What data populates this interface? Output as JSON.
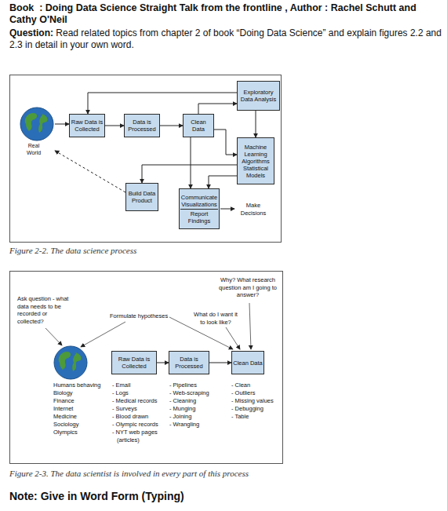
{
  "diagram": {
    "title": "Book  : Doing Data Science Straight Talk from the frontline , Author : Rachel Schutt and Cathy O'Neil",
    "nodes": [
      {
        "text": [
          "Real World"
        ]
      },
      {
        "text": [
          "Raw Data is Collected"
        ]
      },
      {
        "text": [
          "Data is Processed"
        ]
      },
      {
        "text": [
          "Clean Data"
        ]
      },
      {
        "text": [
          "Exploratory Data Analysis"
        ]
      },
      {
        "text": [
          "Machine Learning Algorithms Statistical Models"
        ]
      },
      {
        "text": [
          "Build Data Product"
        ]
      },
      {
        "text": [
          "Communicate Visualizations",
          "Report Findings"
        ]
      },
      {
        "text": [
          "Raw Data is Collected"
        ]
      },
      {
        "text": [
          "Data is Processed"
        ]
      },
      {
        "text": [
          "Clean Data"
        ]
      }
    ],
    "edges": [
      {
        "from": 0,
        "to": 1,
        "arrow": "to"
      },
      {
        "from": 1,
        "to": 2,
        "arrow": "to"
      },
      {
        "from": 2,
        "to": 3,
        "arrow": "to"
      },
      {
        "from": 4,
        "to": 1,
        "arrow": "to"
      },
      {
        "from": 3,
        "to": 4,
        "arrow": "to"
      },
      {
        "from": 3,
        "to": 5,
        "arrow": "to"
      },
      {
        "from": 4,
        "to": 5,
        "arrow": "to"
      },
      {
        "from": 5,
        "to": 6,
        "arrow": "to"
      },
      {
        "from": 5,
        "to": 7,
        "arrow": "to"
      },
      {
        "from": 3,
        "to": 7,
        "arrow": "to"
      },
      {
        "from": 6,
        "to": 0,
        "arrow": "to"
      },
      {
        "from": 8,
        "to": 9,
        "arrow": "to"
      },
      {
        "from": 9,
        "to": 10,
        "arrow": "to"
      }
    ],
    "labels": [
      "Question:",
      "Read related topics from chapter 2 of book “Doing Data Science” and explain figures 2.2 and 2.3 in detail in your own word.",
      "Make Decisions",
      "Figure 2-2. The data science process",
      "Ask question - what data needs to be recorded or collected?",
      "Formulate hypotheses",
      "Why? What research question am I going to answer?",
      "What do I want it to look like?",
      "Humans behaving",
      "Biology",
      "Finance",
      "Internet",
      "Medicine",
      "Sociology",
      "Olympics",
      "- Email",
      "- Logs",
      "- Medical records",
      "- Surveys",
      "- Blood drawn",
      "- Olympic records",
      "- NYT web pages (articles)",
      "- Pipelines",
      "- Web-scraping",
      "- Cleaning",
      "- Munging",
      "- Joining",
      "- Wrangling",
      "- Clean",
      "- Outliers",
      "- Missing values",
      "- Debugging",
      "- Table",
      "Figure 2-3. The data scientist is involved in every part of this process",
      "Note:",
      "Give in Word Form (Typing)"
    ]
  }
}
